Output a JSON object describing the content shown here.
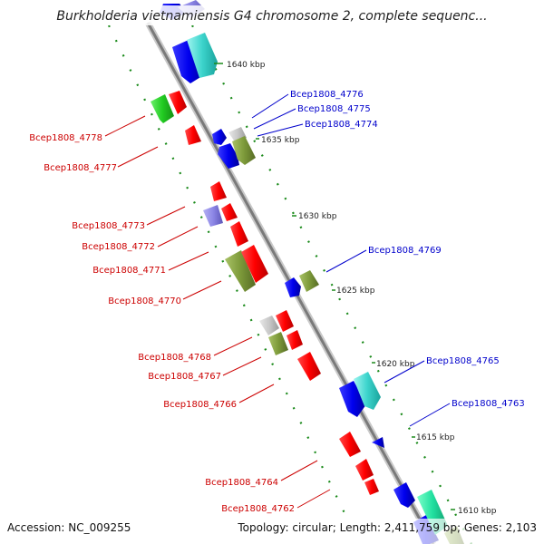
{
  "title": "Burkholderia vietnamiensis G4 chromosome 2, complete sequenc...",
  "footer": {
    "accession": "Accession: NC_009255",
    "summary": "Topology: circular; Length: 2,411,759 bp; Genes: 2,103"
  },
  "kbp_labels": [
    "1640 kbp",
    "1635 kbp",
    "1630 kbp",
    "1625 kbp",
    "1620 kbp",
    "1615 kbp",
    "1610 kbp"
  ],
  "genes_forward": [
    "Bcep1808_4776",
    "Bcep1808_4775",
    "Bcep1808_4774",
    "Bcep1808_4769",
    "Bcep1808_4765",
    "Bcep1808_4763"
  ],
  "genes_reverse": [
    "Bcep1808_4778",
    "Bcep1808_4777",
    "Bcep1808_4773",
    "Bcep1808_4772",
    "Bcep1808_4771",
    "Bcep1808_4770",
    "Bcep1808_4768",
    "Bcep1808_4767",
    "Bcep1808_4766",
    "Bcep1808_4764",
    "Bcep1808_4762"
  ],
  "colors": {
    "forward_label": "#0000cc",
    "reverse_label": "#cc0000",
    "backbone": "#888888",
    "tick": "#1a8a1a"
  }
}
